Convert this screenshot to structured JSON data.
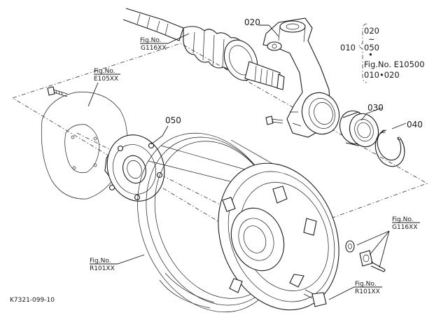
{
  "parts": {
    "p020": "020",
    "p030": "030",
    "p040": "040",
    "p050": "050"
  },
  "fig_refs": {
    "g116_top": {
      "label": "Fig.No.",
      "number": "G116XX"
    },
    "e105": {
      "label": "Fig.No.",
      "number": "E105XX"
    },
    "r101_left": {
      "label": "Fig.No.",
      "number": "R101XX"
    },
    "g116_right": {
      "label": "Fig.No.",
      "number": "G116XX"
    },
    "r101_right": {
      "label": "Fig.No.",
      "number": "R101XX"
    }
  },
  "range_note": {
    "prefix": "010",
    "from": "020",
    "tilde": "~",
    "to": "050",
    "dot": "•",
    "fig_line": "Fig.No.  E10500",
    "items_line": "010•020"
  },
  "drawing_code": "K7321-099-10"
}
